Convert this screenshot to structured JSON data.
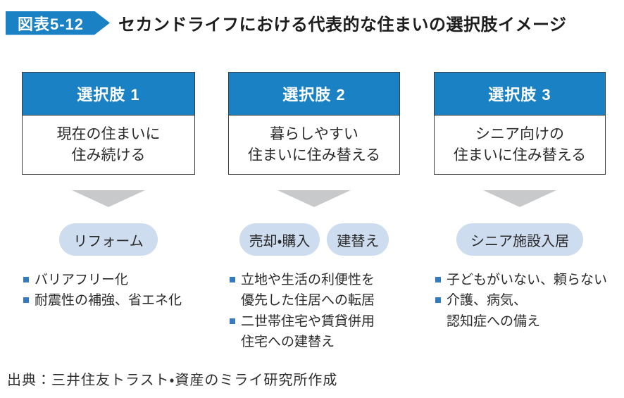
{
  "figure": {
    "badge_label": "図表5-12",
    "title": "セカンドライフにおける代表的な住まいの選択肢イメージ"
  },
  "columns": [
    {
      "header": "選択肢 1",
      "body": "現在の住まいに\n住み続ける",
      "pills": [
        "リフォーム"
      ],
      "bullets": [
        "バリアフリー化",
        "耐震性の補強、省エネ化"
      ]
    },
    {
      "header": "選択肢 2",
      "body": "暮らしやすい\n住まいに住み替える",
      "pills": [
        "売却・購入",
        "建替え"
      ],
      "bullets": [
        "立地や生活の利便性を\n優先した住居への転居",
        "二世帯住宅や賃貸併用\n住宅への建替え"
      ]
    },
    {
      "header": "選択肢 3",
      "body": "シニア向けの\n住まいに住み替える",
      "pills": [
        "シニア施設入居"
      ],
      "bullets": [
        "子どもがいない、頼らない",
        "介護、病気、\n認知症への備え"
      ]
    }
  ],
  "source": "出典：三井住友トラスト・資産のミライ研究所作成",
  "colors": {
    "header_blue": "#1981c4",
    "pill_blue": "#cedcf0",
    "arrow_gray": "#c8c9cb",
    "bullet_blue": "#3579be"
  }
}
